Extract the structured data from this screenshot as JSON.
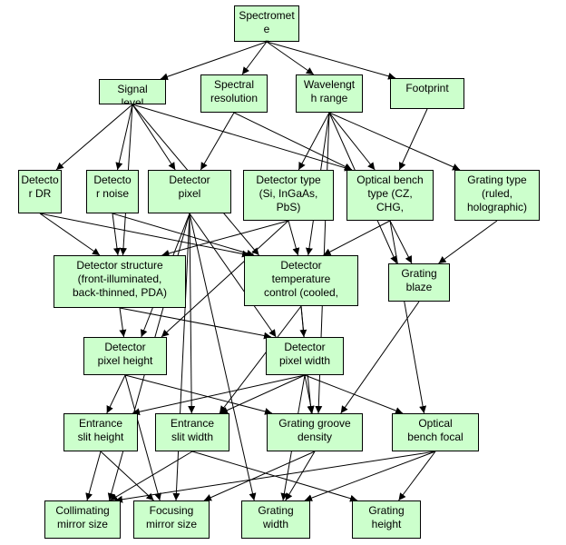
{
  "diagram": {
    "nodes": [
      {
        "id": "spectrometer",
        "label": "Spectromete\nr"
      },
      {
        "id": "signal",
        "label": "Signal\nlevel"
      },
      {
        "id": "spectral",
        "label": "Spectral\nresolution"
      },
      {
        "id": "wavelength",
        "label": "Wavelengt\nh range"
      },
      {
        "id": "footprint",
        "label": "Footprint"
      },
      {
        "id": "det_dr",
        "label": "Detecto\nr DR"
      },
      {
        "id": "det_noise",
        "label": "Detecto\nr noise"
      },
      {
        "id": "det_pixel",
        "label": "Detector\npixel"
      },
      {
        "id": "det_type",
        "label": "Detector type\n(Si, InGaAs,\nPbS)"
      },
      {
        "id": "opt_bench",
        "label": "Optical bench\ntype (CZ,\nCHG,"
      },
      {
        "id": "grating_type",
        "label": "Grating type\n(ruled,\nholographic)"
      },
      {
        "id": "det_structure",
        "label": "Detector structure\n(front-illuminated,\nback-thinned, PDA)"
      },
      {
        "id": "det_temp",
        "label": "Detector\ntemperature\ncontrol (cooled,"
      },
      {
        "id": "grating_blaze",
        "label": "Grating\nblaze"
      },
      {
        "id": "pix_height",
        "label": "Detector\npixel height"
      },
      {
        "id": "pix_width",
        "label": "Detector\npixel width"
      },
      {
        "id": "ent_height",
        "label": "Entrance\nslit height"
      },
      {
        "id": "ent_width",
        "label": "Entrance\nslit width"
      },
      {
        "id": "groove",
        "label": "Grating groove\ndensity"
      },
      {
        "id": "bench_focal",
        "label": "Optical\nbench focal"
      },
      {
        "id": "collimating",
        "label": "Collimating\nmirror size"
      },
      {
        "id": "focusing",
        "label": "Focusing\nmirror size"
      },
      {
        "id": "grating_width",
        "label": "Grating\nwidth"
      },
      {
        "id": "grating_height",
        "label": "Grating\nheight"
      }
    ],
    "edges": [
      [
        "spectrometer",
        "signal"
      ],
      [
        "spectrometer",
        "spectral"
      ],
      [
        "spectrometer",
        "wavelength"
      ],
      [
        "spectrometer",
        "footprint"
      ],
      [
        "signal",
        "det_dr"
      ],
      [
        "signal",
        "det_noise"
      ],
      [
        "signal",
        "det_pixel"
      ],
      [
        "signal",
        "det_structure"
      ],
      [
        "signal",
        "det_temp"
      ],
      [
        "signal",
        "opt_bench"
      ],
      [
        "spectral",
        "det_pixel"
      ],
      [
        "spectral",
        "opt_bench"
      ],
      [
        "wavelength",
        "det_type"
      ],
      [
        "wavelength",
        "opt_bench"
      ],
      [
        "wavelength",
        "grating_type"
      ],
      [
        "wavelength",
        "det_temp"
      ],
      [
        "wavelength",
        "grating_blaze"
      ],
      [
        "wavelength",
        "groove"
      ],
      [
        "footprint",
        "opt_bench"
      ],
      [
        "det_dr",
        "det_structure"
      ],
      [
        "det_dr",
        "det_temp"
      ],
      [
        "det_noise",
        "det_structure"
      ],
      [
        "det_noise",
        "det_temp"
      ],
      [
        "det_pixel",
        "pix_height"
      ],
      [
        "det_pixel",
        "pix_width"
      ],
      [
        "det_pixel",
        "ent_width"
      ],
      [
        "det_pixel",
        "collimating"
      ],
      [
        "det_pixel",
        "focusing"
      ],
      [
        "det_pixel",
        "grating_width"
      ],
      [
        "det_type",
        "det_structure"
      ],
      [
        "det_type",
        "det_temp"
      ],
      [
        "det_type",
        "pix_height"
      ],
      [
        "opt_bench",
        "grating_blaze"
      ],
      [
        "opt_bench",
        "det_temp"
      ],
      [
        "opt_bench",
        "bench_focal"
      ],
      [
        "grating_type",
        "grating_blaze"
      ],
      [
        "det_structure",
        "pix_height"
      ],
      [
        "det_structure",
        "pix_width"
      ],
      [
        "det_temp",
        "pix_width"
      ],
      [
        "det_temp",
        "groove"
      ],
      [
        "det_temp",
        "ent_width"
      ],
      [
        "grating_blaze",
        "groove"
      ],
      [
        "pix_height",
        "ent_height"
      ],
      [
        "pix_height",
        "focusing"
      ],
      [
        "pix_height",
        "groove"
      ],
      [
        "pix_width",
        "ent_height"
      ],
      [
        "pix_width",
        "ent_width"
      ],
      [
        "pix_width",
        "groove"
      ],
      [
        "pix_width",
        "bench_focal"
      ],
      [
        "pix_width",
        "grating_width"
      ],
      [
        "ent_height",
        "collimating"
      ],
      [
        "ent_height",
        "focusing"
      ],
      [
        "ent_width",
        "collimating"
      ],
      [
        "ent_width",
        "grating_height"
      ],
      [
        "groove",
        "grating_width"
      ],
      [
        "groove",
        "focusing"
      ],
      [
        "bench_focal",
        "collimating"
      ],
      [
        "bench_focal",
        "grating_height"
      ],
      [
        "bench_focal",
        "grating_width"
      ]
    ]
  }
}
